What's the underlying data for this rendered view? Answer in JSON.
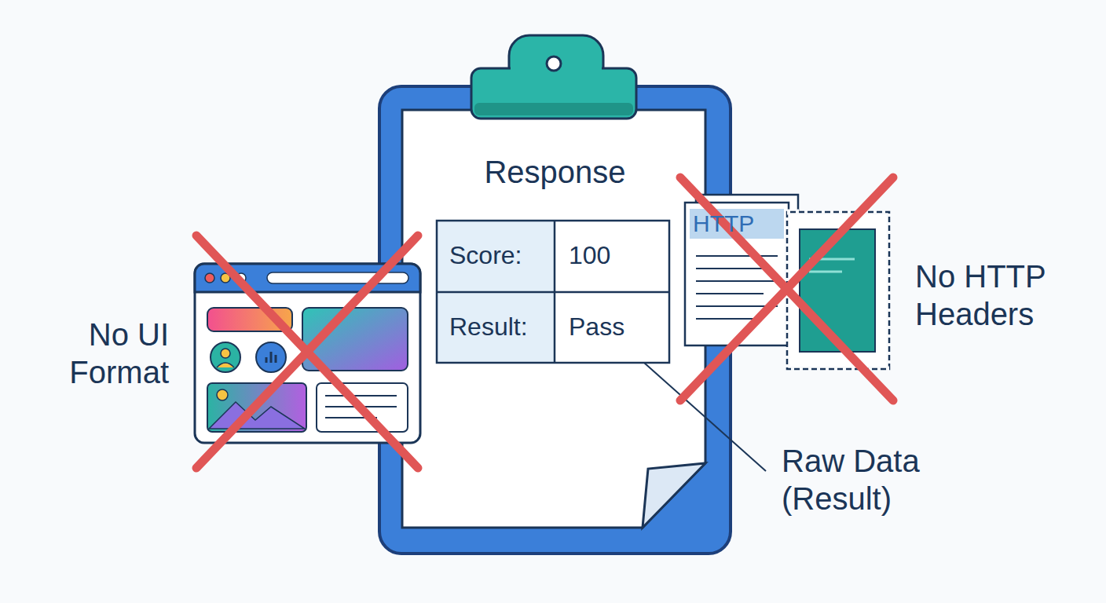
{
  "diagram": {
    "nodes": [
      {
        "text": [
          "Response"
        ]
      },
      {
        "text": [
          "HTTP"
        ]
      }
    ],
    "labels": [
      "No UI Format",
      "Score:",
      "100",
      "Result:",
      "Pass",
      "No HTTP Headers",
      "Raw Data (Result)"
    ]
  }
}
